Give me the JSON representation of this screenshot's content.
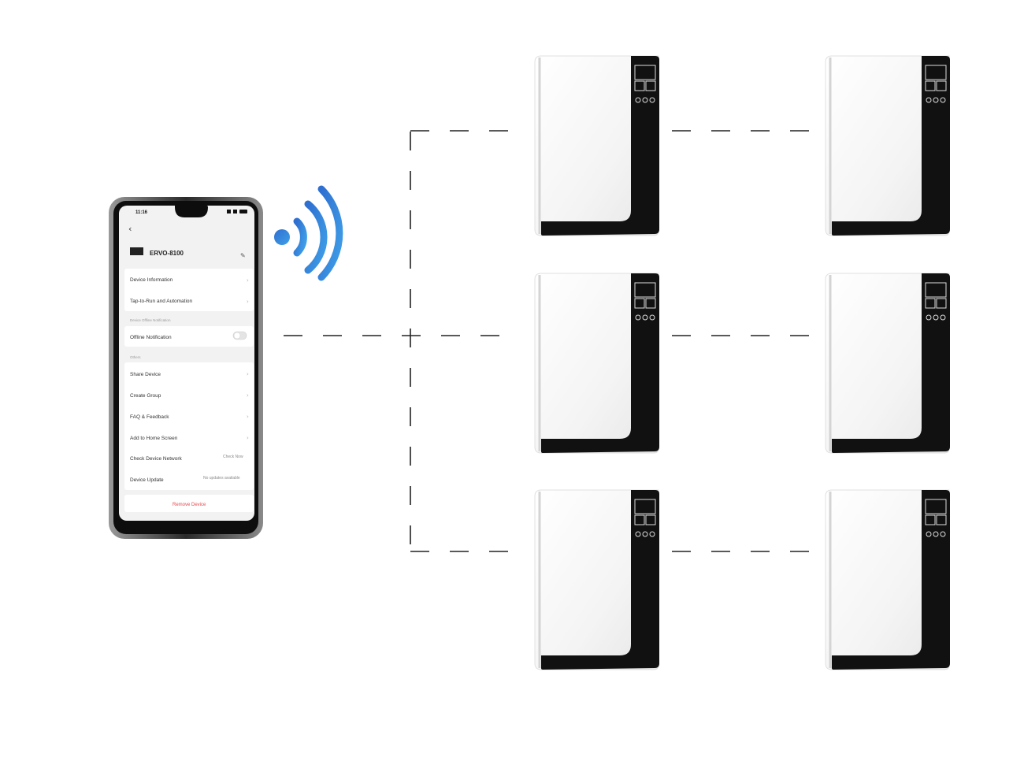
{
  "colors": {
    "wifi_gradient_start": "#2f6fd0",
    "wifi_gradient_end": "#3fa0e8",
    "connector": "#222222",
    "device_body": "#f7f7f7",
    "device_panel": "#111111",
    "remove_text": "#e5484d"
  },
  "phone": {
    "status_time": "11:16",
    "device_name": "ERVO-8100",
    "rows": [
      {
        "label": "Device Information",
        "value": ""
      },
      {
        "label": "Tap-to-Run and Automation",
        "value": ""
      }
    ],
    "section_offline": "Device Offline Notification",
    "offline_label": "Offline Notification",
    "section_others": "Others",
    "rows2": [
      {
        "label": "Share Device",
        "value": ""
      },
      {
        "label": "Create Group",
        "value": ""
      },
      {
        "label": "FAQ & Feedback",
        "value": ""
      },
      {
        "label": "Add to Home Screen",
        "value": ""
      },
      {
        "label": "Check Device Network",
        "value": "Check Now"
      },
      {
        "label": "Device Update",
        "value": "No updates available"
      }
    ],
    "remove_label": "Remove Device"
  },
  "wireless_icon": "wifi-signal-icon",
  "devices": {
    "count": 6,
    "icon": "battery-unit-icon"
  }
}
